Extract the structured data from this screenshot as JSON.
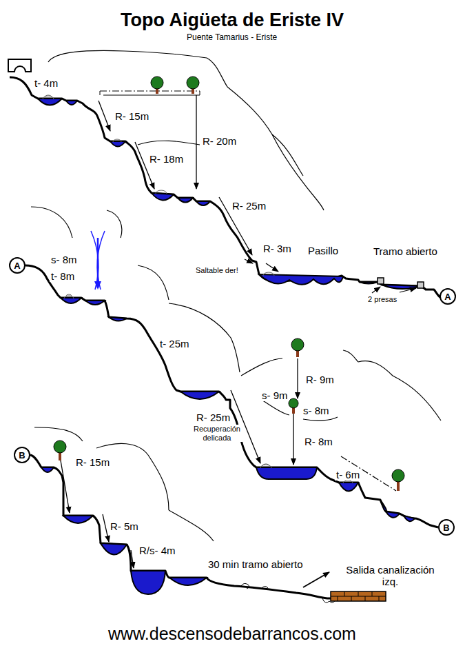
{
  "diagram": {
    "title": "Topo Aigüeta de Eriste IV",
    "caption": "www.descensodebarrancos.com",
    "nodes": [
      {
        "text": [
          "A"
        ]
      },
      {
        "text": [
          "A"
        ]
      },
      {
        "text": [
          "B"
        ]
      },
      {
        "text": [
          "B"
        ]
      }
    ],
    "labels": [
      "Puente Tamarius - Eriste",
      "t- 4m",
      "R- 15m",
      "R- 20m",
      "R- 18m",
      "R- 25m",
      "R- 3m",
      "Saltable der!",
      "Pasillo",
      "Tramo abierto",
      "2 presas",
      "s- 8m",
      "t- 8m",
      "t- 25m",
      "R- 9m",
      "s- 9m",
      "s- 8m",
      "R- 25m",
      "Recuperación delicada",
      "R- 8m",
      "t- 6m",
      "R- 15m",
      "R- 5m",
      "R/s- 4m",
      "30 min tramo abierto",
      "Salida canalización izq."
    ]
  }
}
